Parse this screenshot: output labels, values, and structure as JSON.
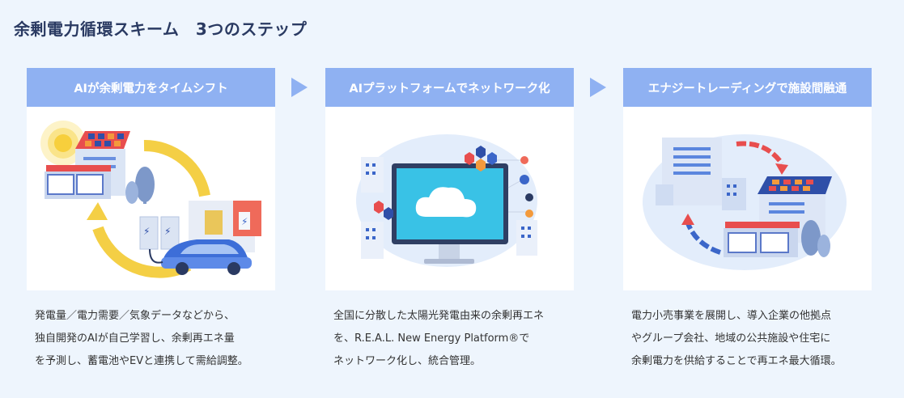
{
  "title": "余剰電力循環スキーム　3つのステップ",
  "steps": [
    {
      "header": "AIが余剰電力をタイムシフト",
      "description": "発電量／電力需要／気象データなどから、\n独自開発のAIが自己学習し、余剰再エネ量\nを予測し、蓄電池やEVと連携して需給調整。",
      "icon": "solar-ev-battery-cycle-illustration"
    },
    {
      "header": "AIプラットフォームでネットワーク化",
      "description": "全国に分散した太陽光発電由来の余剰再エネ\nを、R.E.A.L. New Energy Platform®で\nネットワーク化し、統合管理。",
      "icon": "cloud-platform-network-illustration"
    },
    {
      "header": "エナジートレーディングで施設間融通",
      "description": "電力小売事業を展開し、導入企業の他拠点\nやグループ会社、地域の公共施設や住宅に\n余剰電力を供給することで再エネ最大循環。",
      "icon": "energy-trading-buildings-illustration"
    }
  ],
  "colors": {
    "background": "#eef5fd",
    "header": "#8fb1f2",
    "title": "#2a3a62",
    "arrow": "#8fb1f2"
  }
}
